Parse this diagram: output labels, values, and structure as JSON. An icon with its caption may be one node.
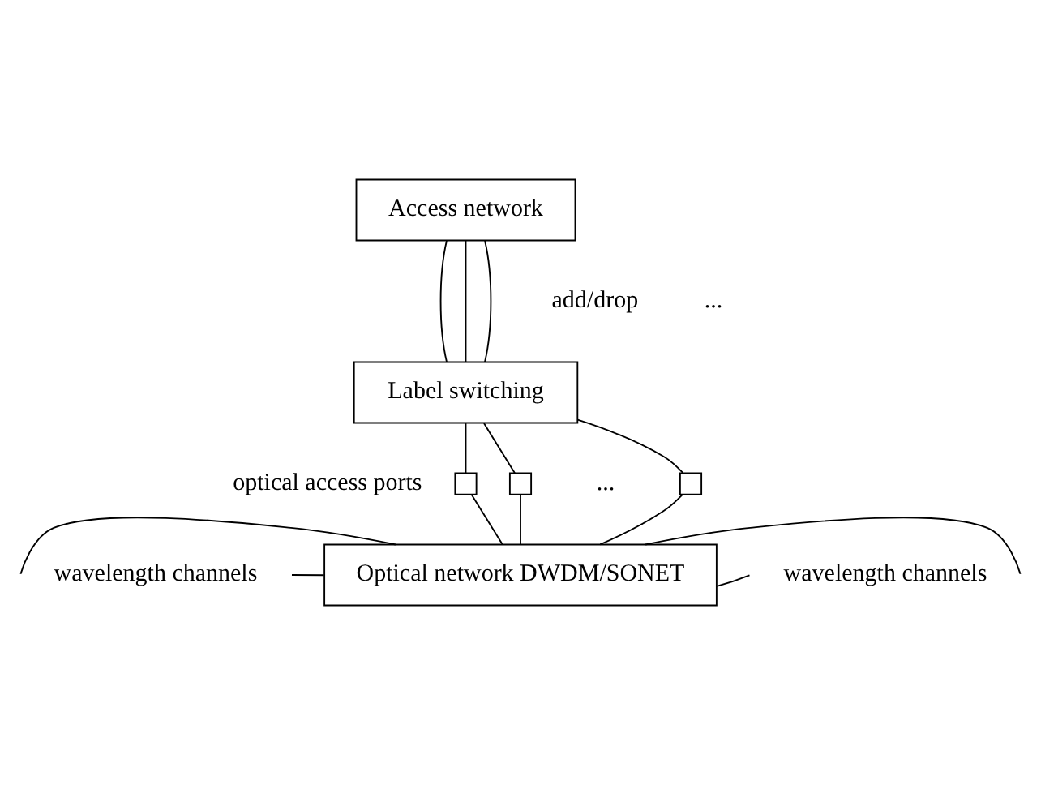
{
  "diagram": {
    "nodes": [
      {
        "text": [
          "Access network"
        ]
      },
      {
        "text": [
          "Label switching"
        ]
      },
      {
        "text": [
          "Optical network DWDM/SONET"
        ]
      },
      {
        "text": [],
        "shape": "box"
      },
      {
        "text": [],
        "shape": "box"
      },
      {
        "text": [],
        "shape": "box"
      }
    ],
    "edges": [
      {
        "from": 0,
        "to": 1,
        "arrow": "none"
      },
      {
        "from": 0,
        "to": 1,
        "arrow": "none"
      },
      {
        "from": 0,
        "to": 1,
        "arrow": "none"
      },
      {
        "from": 1,
        "to": 3,
        "arrow": "none"
      },
      {
        "from": 3,
        "to": 2,
        "arrow": "none"
      },
      {
        "from": 1,
        "to": 4,
        "arrow": "none"
      },
      {
        "from": 4,
        "to": 2,
        "arrow": "none"
      },
      {
        "from": 1,
        "to": 5,
        "arrow": "none"
      },
      {
        "from": 5,
        "to": 2,
        "arrow": "none"
      },
      {
        "from": null,
        "to": 2,
        "arrow": "none"
      },
      {
        "from": null,
        "to": 2,
        "arrow": "none"
      },
      {
        "from": null,
        "to": 2,
        "arrow": "none"
      },
      {
        "from": null,
        "to": 2,
        "arrow": "none"
      }
    ],
    "labels": [
      "add/drop",
      "...",
      "optical access ports",
      "...",
      "wavelength channels",
      "wavelength channels"
    ]
  }
}
